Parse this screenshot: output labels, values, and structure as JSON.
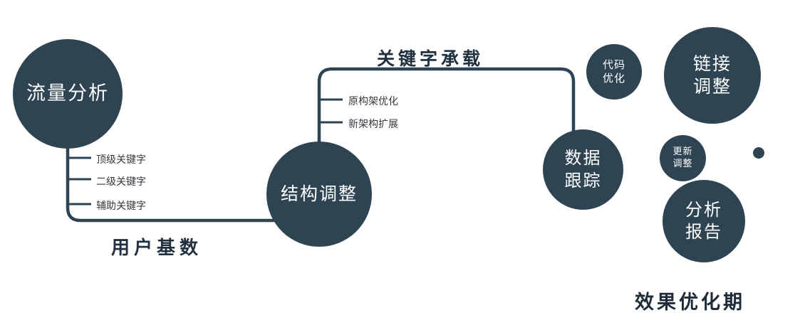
{
  "diagram": {
    "nodes": {
      "traffic": {
        "label": "流量分析"
      },
      "structure": {
        "label": "结构调整"
      },
      "data_tracking": {
        "line1": "数据",
        "line2": "跟踪"
      },
      "code_optimization": {
        "line1": "代码",
        "line2": "优化"
      },
      "link_adjustment": {
        "line1": "链接",
        "line2": "调整"
      },
      "update_adjustment": {
        "line1": "更新",
        "line2": "调整"
      },
      "analysis_report": {
        "line1": "分析",
        "line2": "报告"
      }
    },
    "branches": {
      "traffic": [
        "顶级关键字",
        "二级关键字",
        "辅助关键字"
      ],
      "structure": [
        "原构架优化",
        "新架构扩展"
      ]
    },
    "edge_labels": {
      "user_base": "用户基数",
      "keyword_bearing": "关键字承载"
    },
    "footer": "效果优化期",
    "colors": {
      "node_fill": "#2e4453",
      "connector": "#2e4453",
      "label_dark": "#223140"
    }
  }
}
